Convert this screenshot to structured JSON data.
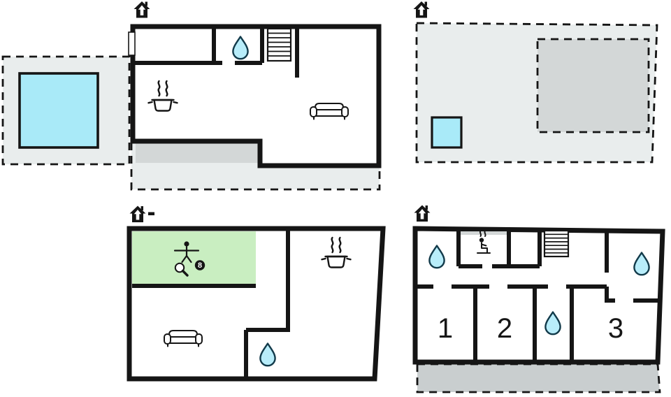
{
  "colors": {
    "wall": "#151515",
    "pool_fill": "#a9eaf8",
    "area_light": "#e9eded",
    "area_mid": "#d3d7d7",
    "terrace_fill": "#c9cecf",
    "green_room_fill": "#c9eec1",
    "drop_fill": "#b8edfa",
    "drop_stroke": "#123a4a"
  },
  "plans": {
    "upper_floor": {
      "icons": [
        "entrance-icon",
        "water-drop-icon",
        "stairs-icon",
        "kitchen-pot-icon",
        "sofa-icon"
      ],
      "areas": [
        "pool",
        "pool-patio",
        "covered-terrace",
        "patio"
      ]
    },
    "plot": {
      "icons": [
        "entrance-icon"
      ],
      "areas": [
        "garden-plot",
        "terrace-area",
        "small-pool"
      ]
    },
    "ground_floor": {
      "icons": [
        "entrance-icon",
        "foosball-player-icon",
        "table-tennis-racket-icon",
        "eight-ball-icon",
        "kitchen-pot-icon",
        "sofa-icon",
        "water-drop-icon"
      ],
      "areas": [
        "game-room"
      ],
      "eight_ball_label": "8"
    },
    "bedroom_floor": {
      "icons": [
        "entrance-icon",
        "water-drop-icon",
        "sauna-icon",
        "stairs-icon"
      ],
      "areas": [
        "terrace"
      ],
      "rooms": [
        {
          "label": "1"
        },
        {
          "label": "2"
        },
        {
          "label": "3"
        }
      ]
    }
  }
}
